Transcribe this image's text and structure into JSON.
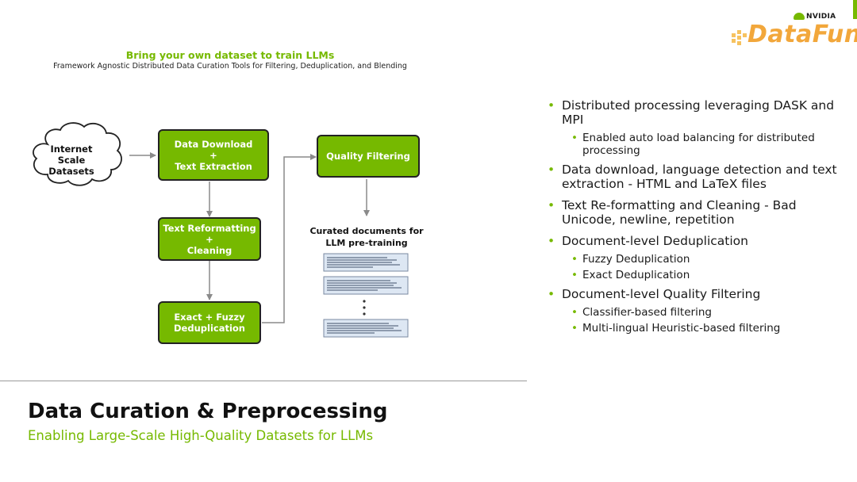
{
  "header": {
    "logo_text": "DataFun.",
    "logo_brand": "NVIDIA"
  },
  "diagram": {
    "title": "Bring your own dataset to train LLMs",
    "subtitle": "Framework Agnostic Distributed Data Curation Tools for Filtering, Deduplication, and Blending",
    "source": [
      "Internet",
      "Scale",
      "Datasets"
    ],
    "steps": {
      "download": [
        "Data Download",
        "+",
        "Text Extraction"
      ],
      "reformat": [
        "Text Reformatting",
        "+",
        "Cleaning"
      ],
      "dedup": [
        "Exact + Fuzzy",
        "Deduplication"
      ],
      "quality": [
        "Quality Filtering"
      ]
    },
    "output": [
      "Curated documents for",
      "LLM pre-training"
    ]
  },
  "bullets": [
    {
      "text": "Distributed processing leveraging DASK and MPI",
      "sub": [
        "Enabled auto load balancing for distributed processing"
      ]
    },
    {
      "text": "Data download, language detection and text extraction - HTML and LaTeX files",
      "sub": []
    },
    {
      "text": "Text Re-formatting and Cleaning - Bad Unicode, newline, repetition",
      "sub": []
    },
    {
      "text": "Document-level Deduplication",
      "sub": [
        "Fuzzy Deduplication",
        "Exact Deduplication"
      ]
    },
    {
      "text": "Document-level Quality Filtering",
      "sub": [
        "Classifier-based filtering",
        "Multi-lingual Heuristic-based filtering"
      ]
    }
  ],
  "footer": {
    "title": "Data Curation & Preprocessing",
    "subtitle": "Enabling Large-Scale High-Quality Datasets for LLMs"
  },
  "colors": {
    "accent": "#76b900",
    "logo": "#f2a73b",
    "doc_fill": "#dde7f3"
  }
}
